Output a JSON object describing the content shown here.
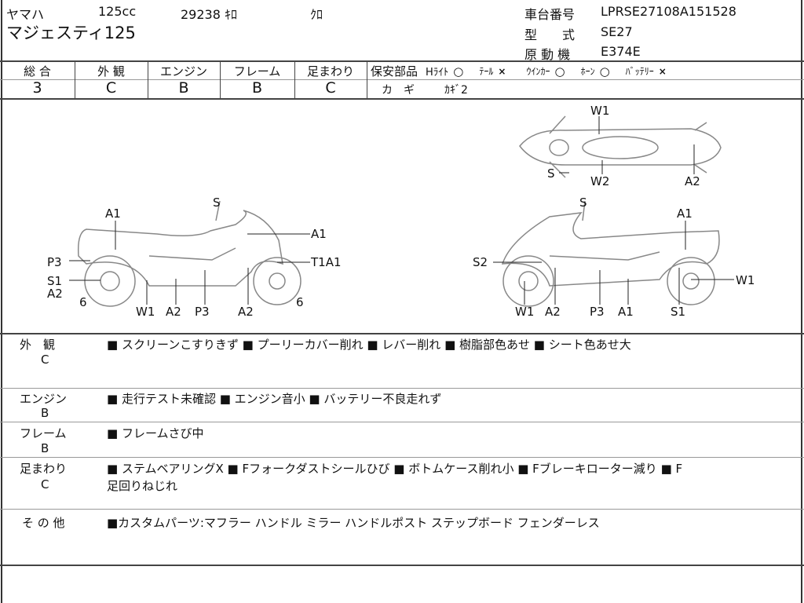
{
  "header": {
    "maker": "ヤマハ",
    "displacement": "125cc",
    "mileage": "29238 ｷﾛ",
    "color": "ｸﾛ",
    "model_name": "マジェスティ125",
    "frame_no_label": "車台番号",
    "frame_no": "LPRSE27108A151528",
    "type_label": "型　　式",
    "type": "SE27",
    "engine_label": "原 動 機",
    "engine": "E374E"
  },
  "grades": [
    {
      "label": "総 合",
      "value": "3"
    },
    {
      "label": "外 観",
      "value": "C"
    },
    {
      "label": "エンジン",
      "value": "B"
    },
    {
      "label": "フレーム",
      "value": "B"
    },
    {
      "label": "足まわり",
      "value": "C"
    }
  ],
  "safety": {
    "label": "保安部品",
    "items": [
      {
        "name": "Hﾗｲﾄ",
        "mark": "○"
      },
      {
        "name": "ﾃｰﾙ",
        "mark": "×"
      },
      {
        "name": "ｳｲﾝｶｰ",
        "mark": "○"
      },
      {
        "name": "ﾎｰﾝ",
        "mark": "○"
      },
      {
        "name": "ﾊﾞｯﾃﾘｰ",
        "mark": "×"
      }
    ],
    "key_label": "カ　ギ",
    "key_value": "ｶｷﾞ2"
  },
  "diagram": {
    "labels": [
      "W1",
      "S",
      "W2",
      "A2",
      "A1",
      "S",
      "A1",
      "P3",
      "T1A1",
      "S1",
      "A2",
      "6",
      "6",
      "W1",
      "A2",
      "P3",
      "A2",
      "S",
      "A1",
      "S2",
      "W1",
      "W1",
      "A2",
      "P3",
      "A1",
      "S1"
    ]
  },
  "details": [
    {
      "label": "外　観",
      "grade": "C",
      "text": "■ スクリーンこすりきず ■ プーリーカバー削れ ■ レバー削れ ■ 樹脂部色あせ ■ シート色あせ大"
    },
    {
      "label": "エンジン",
      "grade": "B",
      "text": "■ 走行テスト未確認 ■ エンジン音小 ■ バッテリー不良走れず"
    },
    {
      "label": "フレーム",
      "grade": "B",
      "text": "■ フレームさび中"
    },
    {
      "label": "足まわり",
      "grade": "C",
      "text": "■ ステムベアリングX ■ Fフォークダストシールひび ■ ボトムケース削れ小 ■ Fブレーキローター減り ■ F\n足回りねじれ"
    },
    {
      "label": "そ の 他",
      "grade": "",
      "text": "■カスタムパーツ:マフラー ハンドル ミラー ハンドルポスト ステップボード フェンダーレス"
    }
  ]
}
